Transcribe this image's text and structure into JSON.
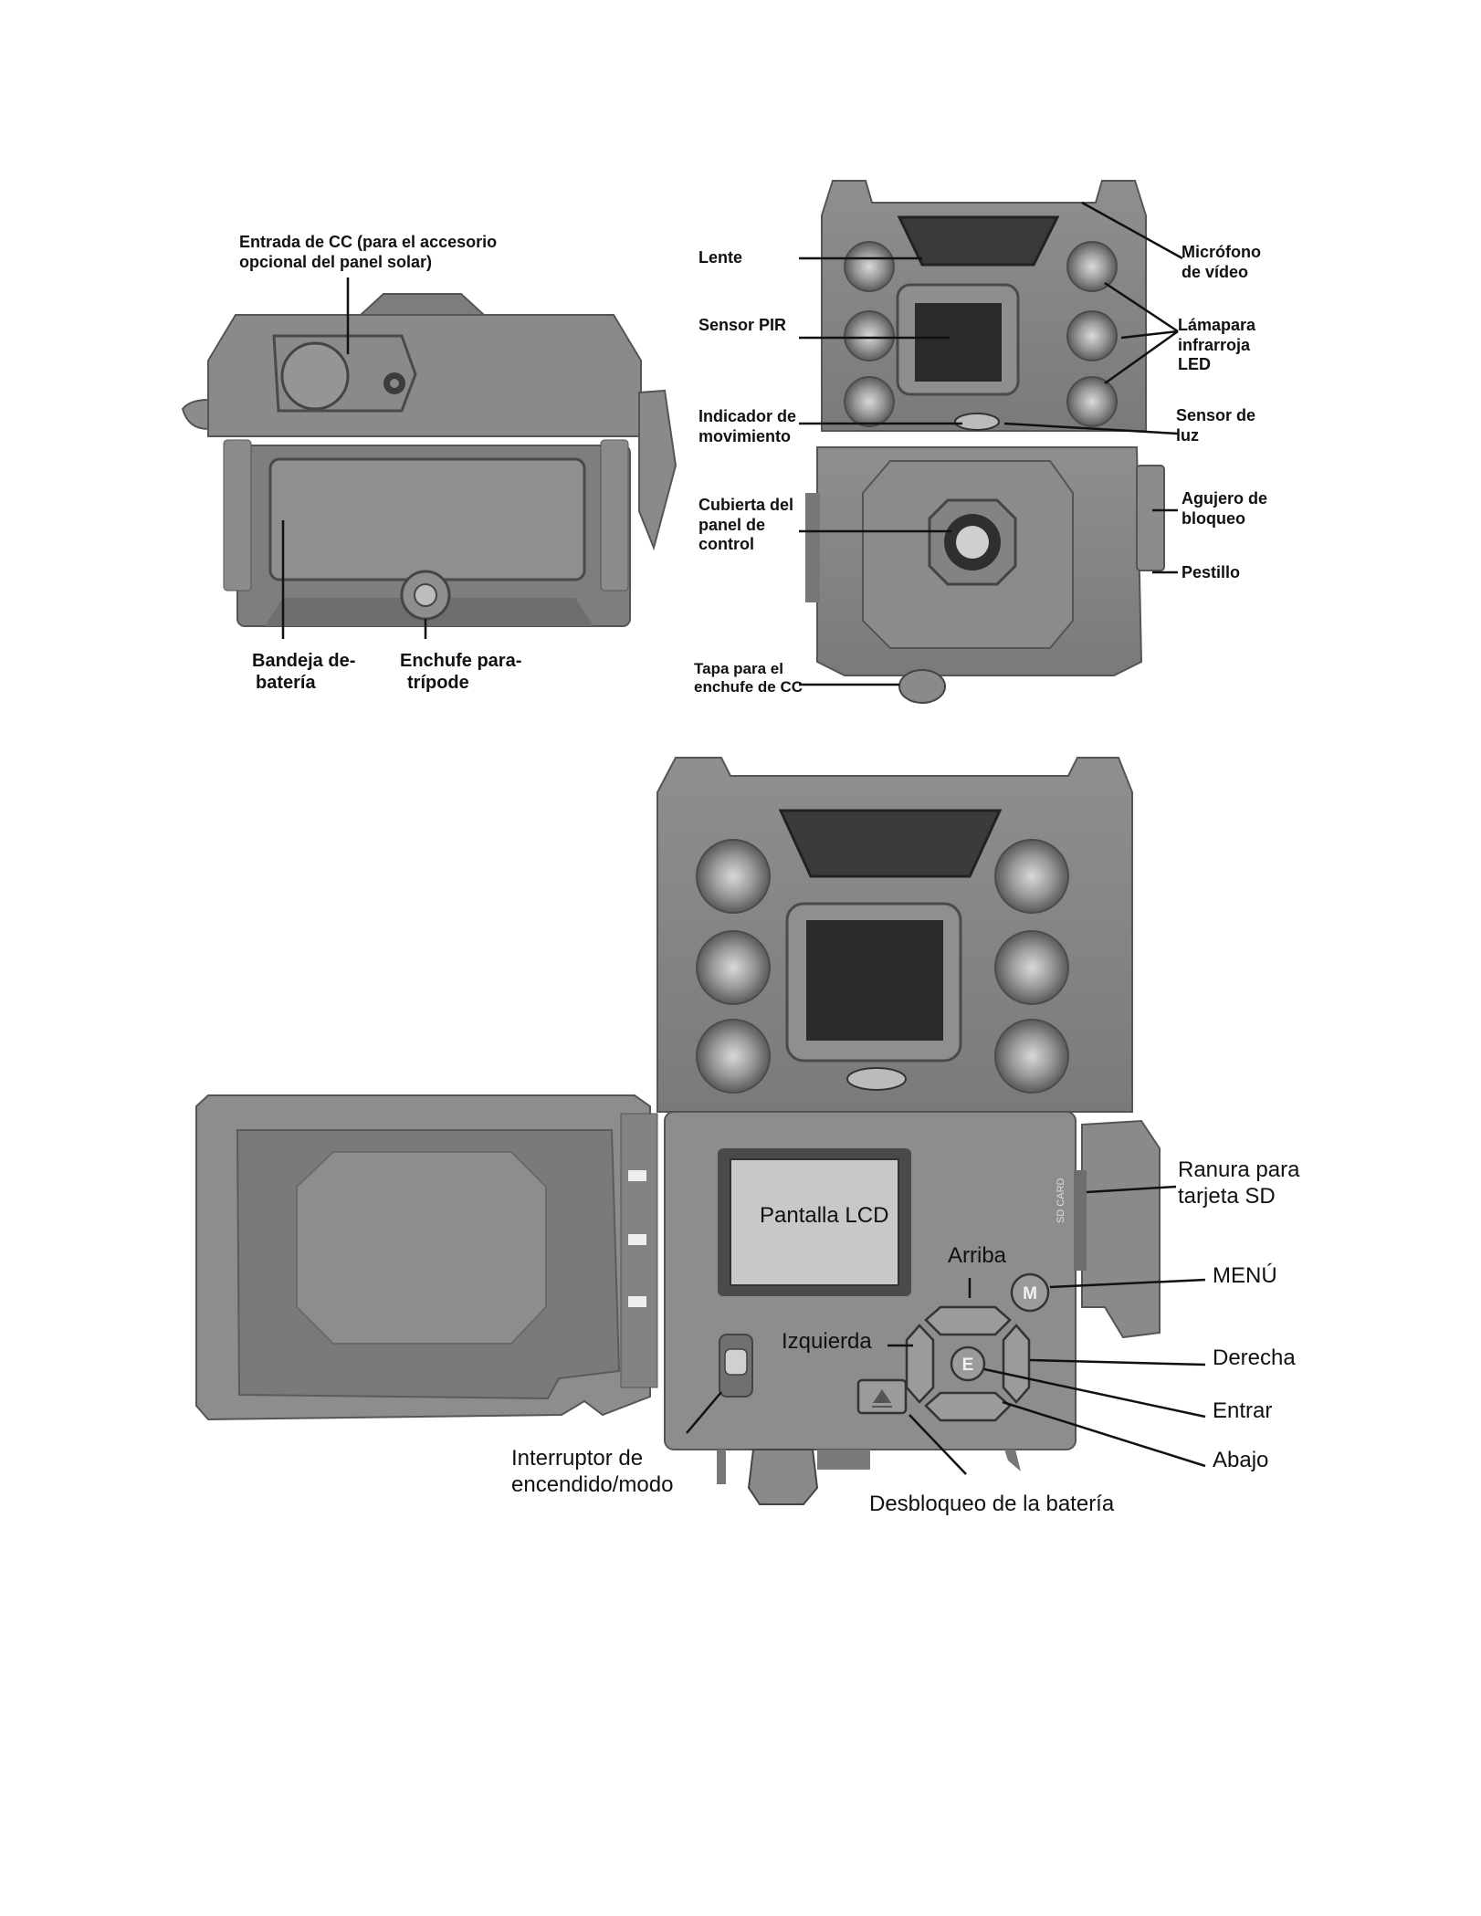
{
  "top_left": {
    "dc_input": [
      "Entrada de CC (para el accesorio",
      "opcional del panel solar)"
    ],
    "battery_tray": [
      "Bandeja de-",
      "batería"
    ],
    "tripod_socket": [
      "Enchufe para-",
      "trípode"
    ]
  },
  "top_right": {
    "lens": [
      "Lente"
    ],
    "pir_sensor": [
      "Sensor PIR"
    ],
    "motion_indicator": [
      "Indicador de",
      "movimiento"
    ],
    "control_cover": [
      "Cubierta del",
      "panel de",
      "control"
    ],
    "dc_cap": [
      "Tapa para el",
      "enchufe de CC"
    ],
    "microphone": [
      "Micrófono",
      "de vídeo"
    ],
    "ir_led": [
      "Lámapara",
      "infrarroja",
      "LED"
    ],
    "light_sensor": [
      "Sensor de",
      "luz"
    ],
    "lock_hole": [
      "Agujero de",
      "bloqueo"
    ],
    "latch": [
      "Pestillo"
    ]
  },
  "bottom": {
    "lcd": "Pantalla LCD",
    "up": "Arriba",
    "left": "Izquierda",
    "sd_slot": [
      "Ranura para",
      "tarjeta SD"
    ],
    "menu": "MENÚ",
    "right": "Derecha",
    "enter": "Entrar",
    "down": "Abajo",
    "power_switch": [
      "Interruptor de",
      "encendido/modo"
    ],
    "battery_release": "Desbloqueo de la batería",
    "btn_menu_glyph": "M",
    "btn_enter_glyph": "E",
    "sd_card_print": "SD CARD"
  }
}
